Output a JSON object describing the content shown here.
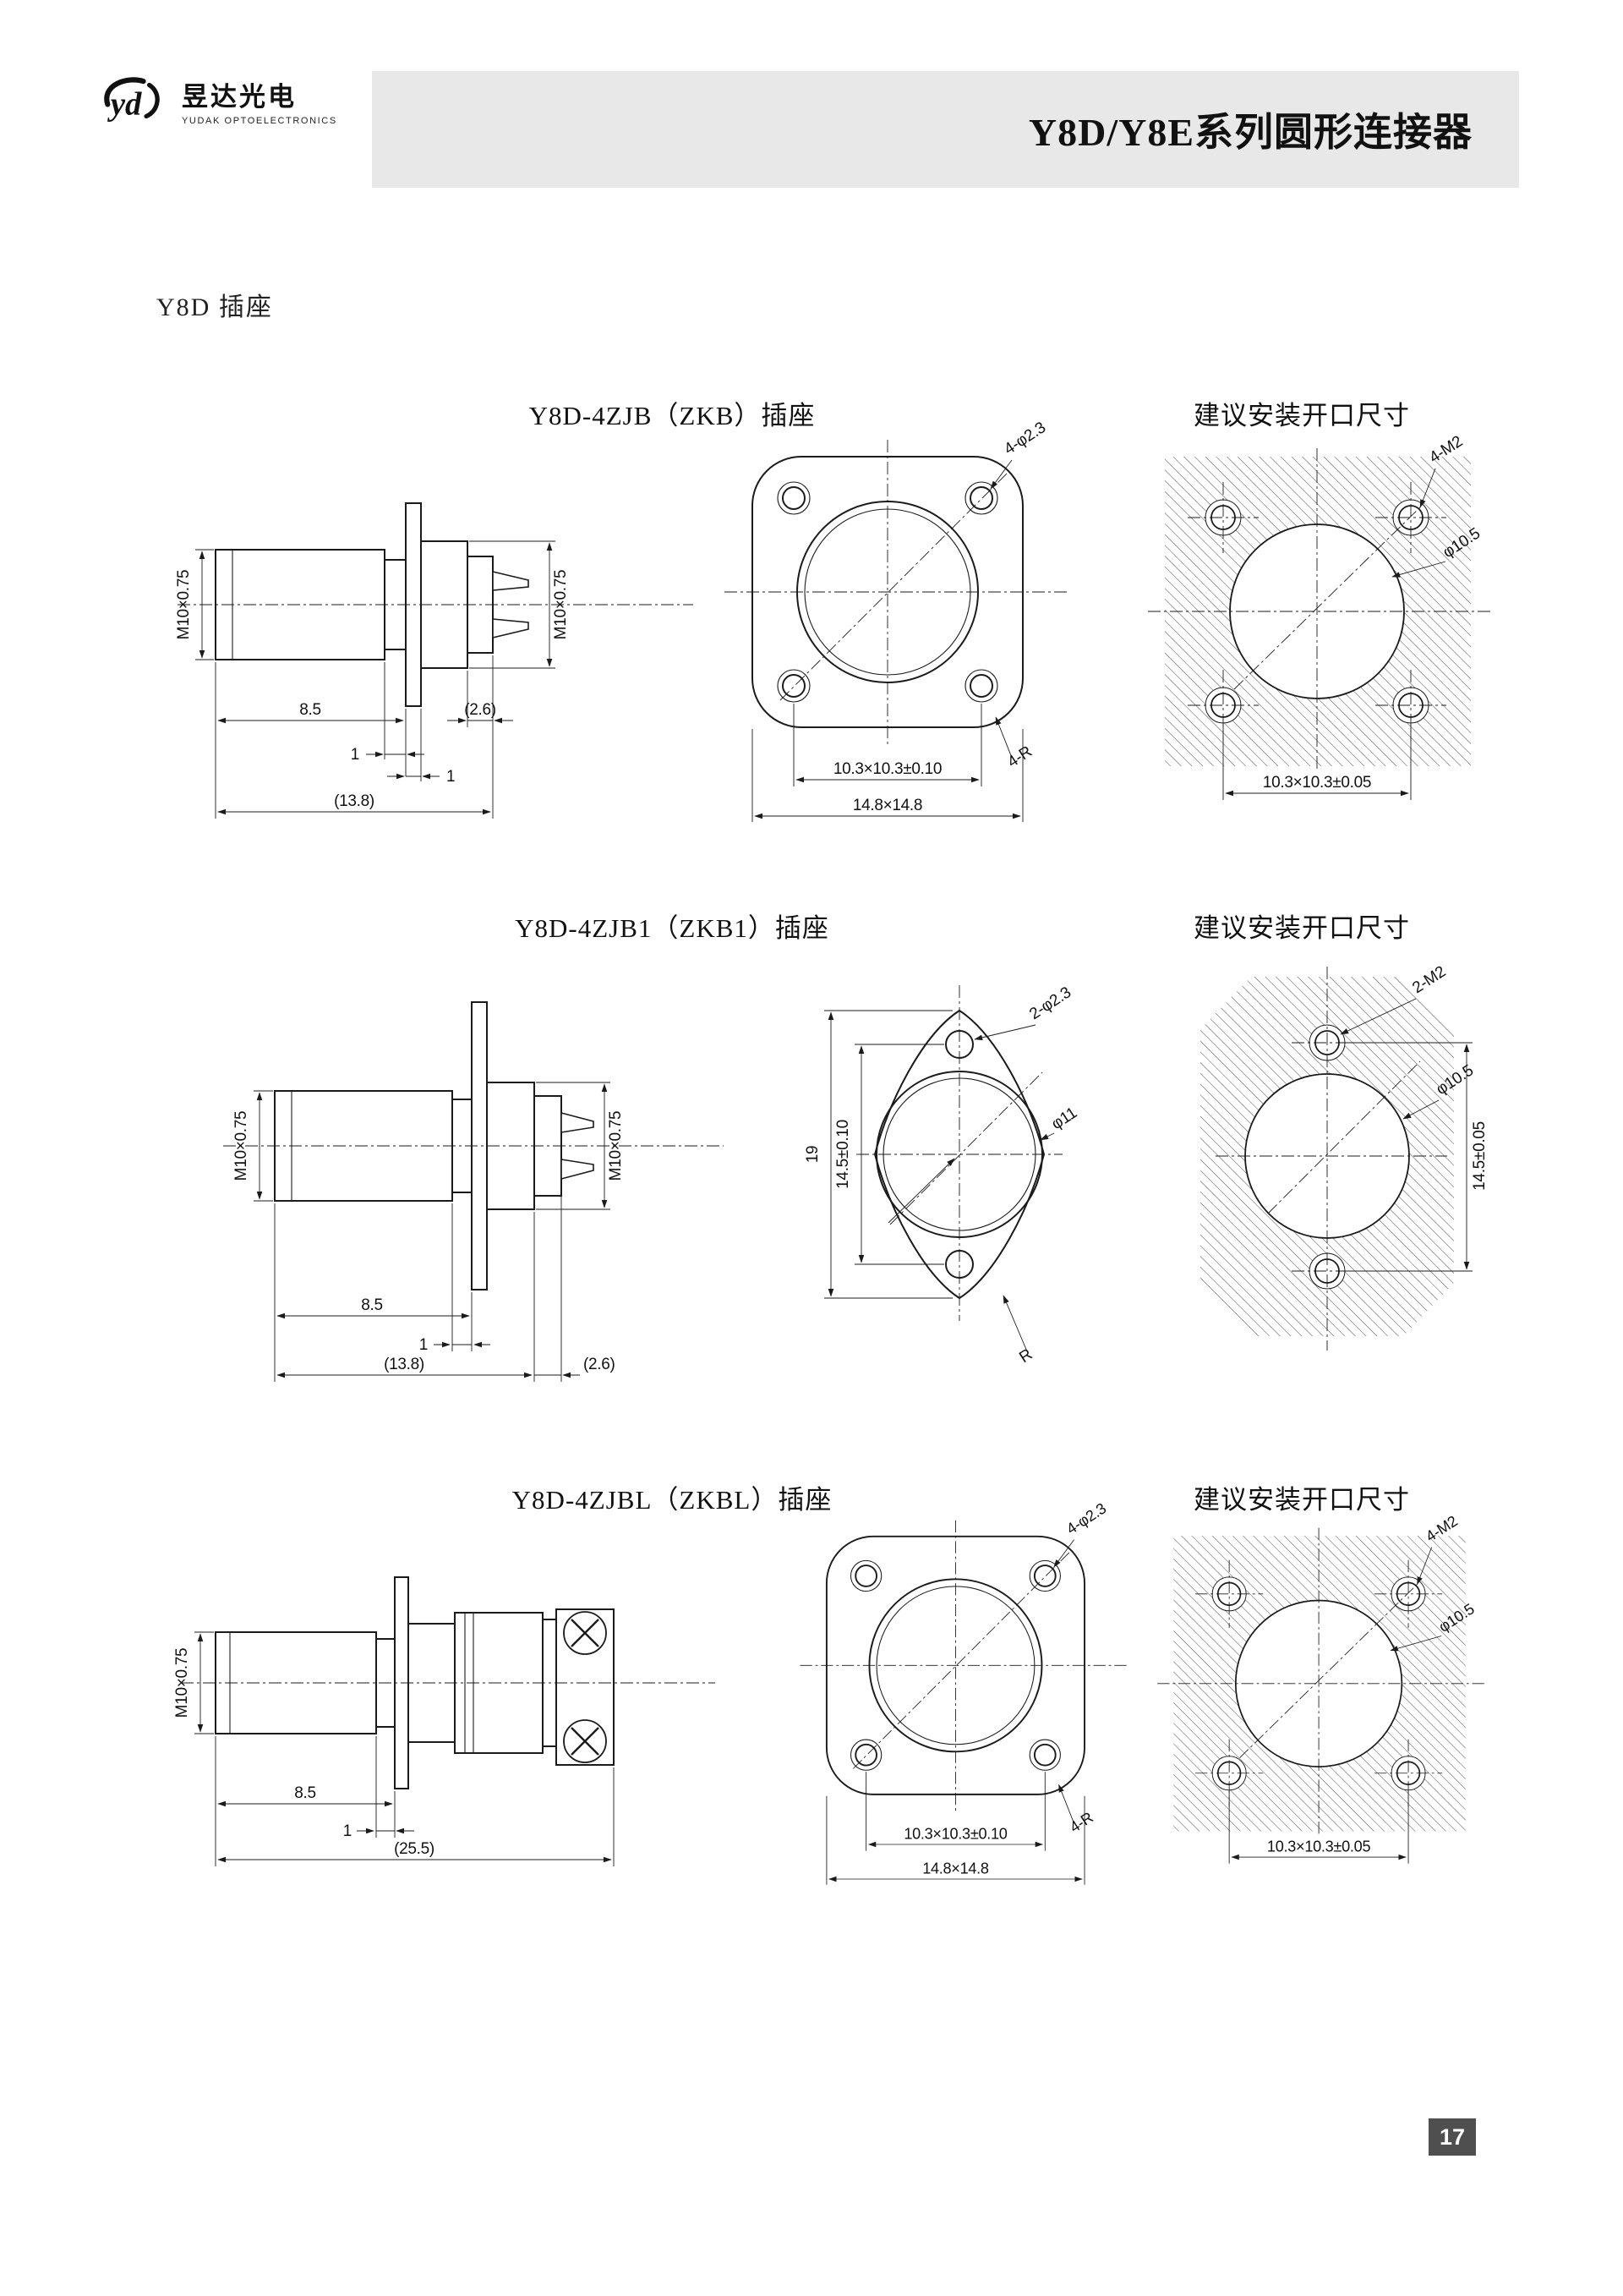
{
  "header": {
    "logo_mark": "yd",
    "logo_name": "昱达光电",
    "logo_sub": "YUDAK OPTOELECTRONICS",
    "title": "Y8D/Y8E系列圆形连接器"
  },
  "section_label": "Y8D 插座",
  "page_number": "17",
  "colors": {
    "header_bar": "#e8e8e8",
    "page_badge": "#4f4f4f",
    "line": "#1b1b1b"
  },
  "rows": [
    {
      "title": "Y8D-4ZJB（ZKB）插座",
      "mount_title": "建议安装开口尺寸",
      "side": {
        "thread_left": "M10×0.75",
        "thread_right": "M10×0.75",
        "len_barrel": "8.5",
        "gap1": "1",
        "gap2": "1",
        "tail": "(2.6)",
        "overall": "(13.8)"
      },
      "front": {
        "holes": "4-φ2.3",
        "corner": "4-R",
        "pitch": "10.3×10.3±0.10",
        "overall": "14.8×14.8"
      },
      "mount": {
        "holes": "4-M2",
        "dia": "φ10.5",
        "pitch": "10.3×10.3±0.05"
      }
    },
    {
      "title": "Y8D-4ZJB1（ZKB1）插座",
      "mount_title": "建议安装开口尺寸",
      "side": {
        "thread_left": "M10×0.75",
        "thread_right": "M10×0.75",
        "len_barrel": "8.5",
        "gap1": "1",
        "overall": "(13.8)",
        "tail": "(2.6)"
      },
      "front": {
        "holes": "2-φ2.3",
        "height": "19",
        "pitch": "14.5±0.10",
        "dia": "φ11",
        "corner": "R"
      },
      "mount": {
        "holes": "2-M2",
        "dia": "φ10.5",
        "pitch": "14.5±0.05"
      }
    },
    {
      "title": "Y8D-4ZJBL（ZKBL）插座",
      "mount_title": "建议安装开口尺寸",
      "side": {
        "thread_left": "M10×0.75",
        "len_barrel": "8.5",
        "gap1": "1",
        "overall": "(25.5)"
      },
      "front": {
        "holes": "4-φ2.3",
        "corner": "4-R",
        "pitch": "10.3×10.3±0.10",
        "overall": "14.8×14.8"
      },
      "mount": {
        "holes": "4-M2",
        "dia": "φ10.5",
        "pitch": "10.3×10.3±0.05"
      }
    }
  ]
}
